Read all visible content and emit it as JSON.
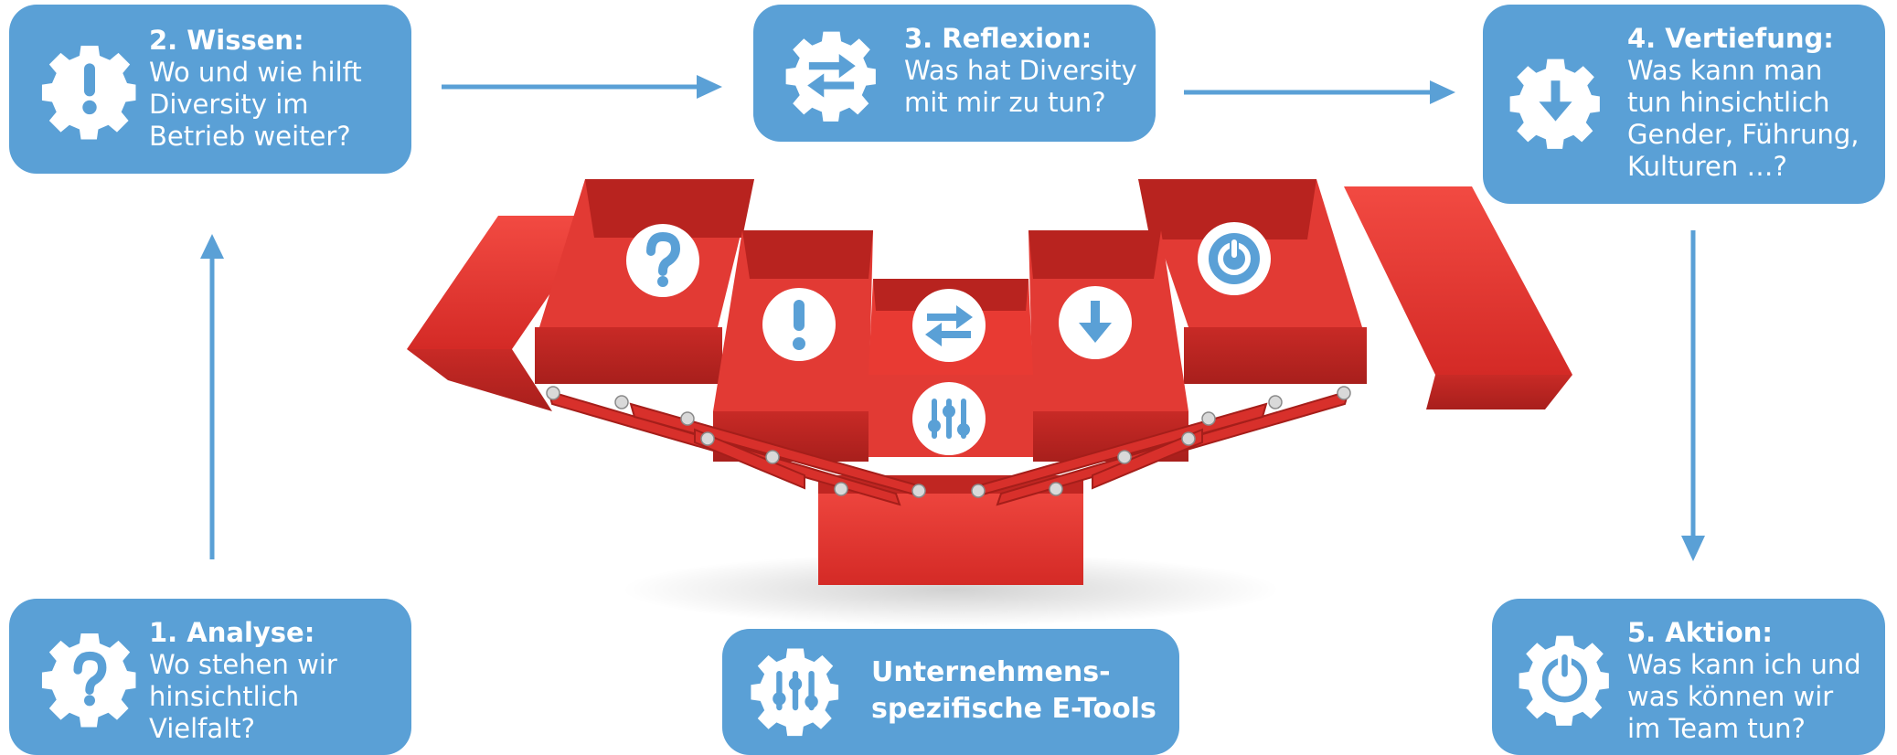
{
  "steps": [
    {
      "id": "analyse",
      "number_title": "1. Analyse:",
      "lines": [
        "Wo stehen wir",
        "hinsichtlich",
        "Vielfalt?"
      ],
      "icon": "question-gear-icon"
    },
    {
      "id": "wissen",
      "number_title": "2. Wissen:",
      "lines": [
        "Wo und wie hilft",
        "Diversity im",
        "Betrieb weiter?"
      ],
      "icon": "exclamation-gear-icon"
    },
    {
      "id": "reflexion",
      "number_title": "3. Reflexion:",
      "lines": [
        "Was hat Diversity",
        "mit mir zu tun?"
      ],
      "icon": "arrows-exchange-gear-icon"
    },
    {
      "id": "vertiefung",
      "number_title": "4. Vertiefung:",
      "lines": [
        "Was kann man",
        "tun hinsichtlich",
        "Gender, Führung,",
        "Kulturen …?"
      ],
      "icon": "down-arrow-gear-icon"
    },
    {
      "id": "aktion",
      "number_title": "5. Aktion:",
      "lines": [
        "Was kann ich und",
        "was können wir",
        "im Team tun?"
      ],
      "icon": "power-gear-icon"
    }
  ],
  "tools": {
    "lines": [
      "Unternehmens-",
      "spezifische E-Tools"
    ],
    "icon": "sliders-gear-icon"
  },
  "toolbox_icons": [
    "question-icon",
    "exclamation-icon",
    "arrows-exchange-icon",
    "sliders-icon",
    "down-arrow-icon",
    "power-icon"
  ],
  "colors": {
    "card": "#5aa0d6",
    "arrow": "#5aa0d6",
    "toolbox": "#e8322f",
    "icon_circle": "#ffffff",
    "icon": "#5aa0d6"
  }
}
